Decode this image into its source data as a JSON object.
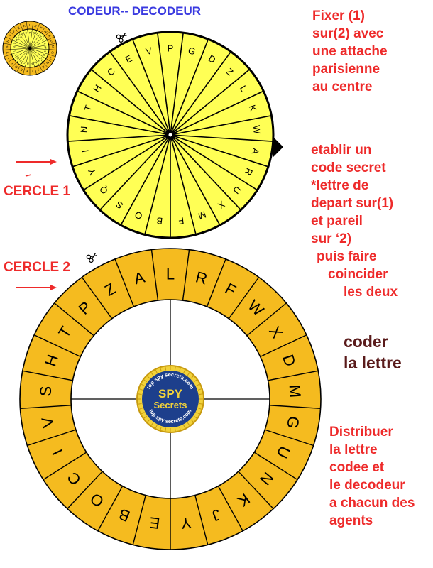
{
  "title": "CODEUR-- DECODEUR",
  "notes": {
    "fixer": [
      "Fixer (1)",
      "sur(2) avec",
      "une attache",
      "parisienne",
      "au centre"
    ],
    "etablir": [
      "etablir un",
      "code secret",
      "*lettre de",
      "depart sur(1)",
      "et pareil",
      "sur ‘2)",
      "puis faire",
      "coincider",
      "les deux"
    ],
    "coder": [
      "coder",
      "la lettre"
    ],
    "distribuer": [
      "Distribuer",
      "la lettre",
      "codee et",
      "le decodeur",
      "a chacun des",
      "agents"
    ]
  },
  "labels": {
    "cercle1": "CERCLE 1",
    "cercle2": "CERCLE 2"
  },
  "cercle1_letters": [
    "P",
    "G",
    "D",
    "Z",
    "L",
    "K",
    "W",
    "A",
    "R",
    "U",
    "X",
    "M",
    "F",
    "B",
    "O",
    "S",
    "Q",
    "Y",
    "I",
    "N",
    "T",
    "H",
    "C",
    "E",
    "V"
  ],
  "cercle2_letters": [
    "L",
    "R",
    "F",
    "W",
    "X",
    "D",
    "M",
    "G",
    "U",
    "N",
    "K",
    "J",
    "Y",
    "E",
    "B",
    "O",
    "C",
    "I",
    "V",
    "S",
    "H",
    "T",
    "P",
    "Z",
    "A"
  ],
  "badge": {
    "top": "top spy secrets.com",
    "line1": "SPY",
    "line2": "Secrets",
    "bottom": "top spy secrets.com"
  },
  "colors": {
    "cercle1_fill": "#ffff55",
    "cercle2_fill": "#f5bb1f",
    "red_text": "#ee2a2a",
    "blue_title": "#3a3ae0",
    "dark_text": "#5a1b1b",
    "badge_blue": "#1d3f8c"
  },
  "icons": [
    "scissors-icon",
    "arrow-right-icon",
    "pointer-triangle-icon",
    "spy-secrets-badge-icon"
  ]
}
